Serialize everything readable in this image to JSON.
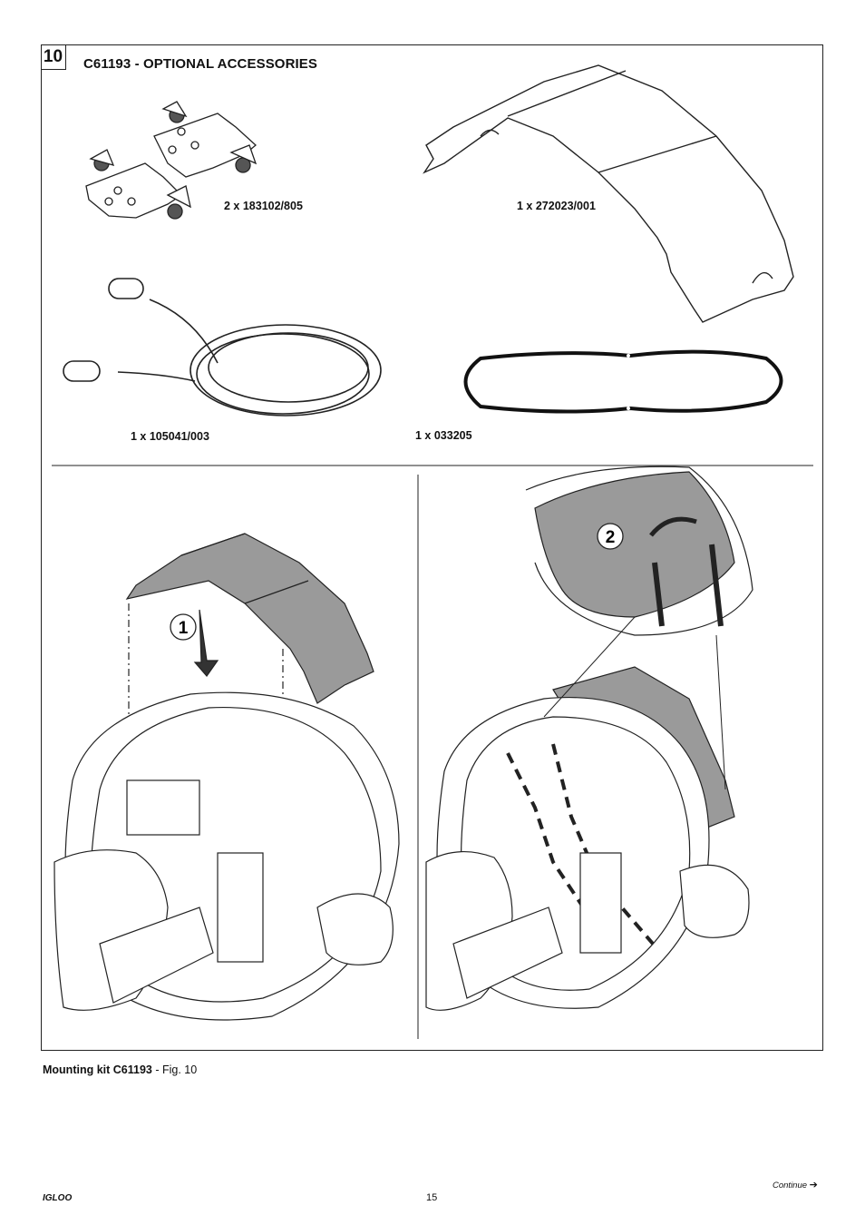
{
  "figure": {
    "number": "10",
    "title": "C61193 - OPTIONAL ACCESSORIES"
  },
  "parts": [
    {
      "label": "2 x 183102/805",
      "icon": "mounting-bracket-icon"
    },
    {
      "label": "1 x 272023/001",
      "icon": "cover-plate-icon"
    },
    {
      "label": "1 x 105041/003",
      "icon": "safety-cable-icon"
    },
    {
      "label": "1 x 033205",
      "icon": "elastic-band-icon"
    }
  ],
  "steps": [
    {
      "number": "1"
    },
    {
      "number": "2"
    }
  ],
  "caption": {
    "bold": "Mounting kit C61193",
    "rest": " - Fig. 10"
  },
  "footer": {
    "brand": "IGLOO",
    "page": "15",
    "continue": "Continue",
    "arrow": "➔"
  }
}
